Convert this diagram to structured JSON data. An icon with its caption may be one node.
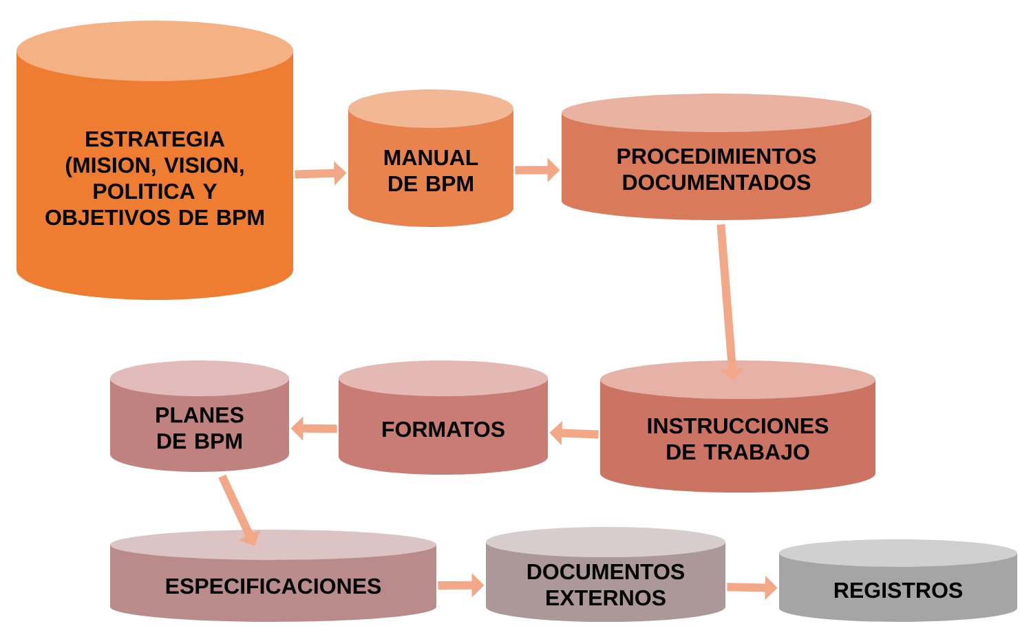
{
  "diagram": {
    "nodes": [
      {
        "text": [
          "ESTRATEGIA (MISION, VISION, POLITICA Y OBJETIVOS DE BPM"
        ]
      },
      {
        "text": [
          "MANUAL DE BPM"
        ]
      },
      {
        "text": [
          "PROCEDIMIENTOS DOCUMENTADOS"
        ]
      },
      {
        "text": [
          "INSTRUCCIONES DE TRABAJO"
        ]
      },
      {
        "text": [
          "FORMATOS"
        ]
      },
      {
        "text": [
          "PLANES DE BPM"
        ]
      },
      {
        "text": [
          "ESPECIFICACIONES"
        ]
      },
      {
        "text": [
          "DOCUMENTOS EXTERNOS"
        ]
      },
      {
        "text": [
          "REGISTROS"
        ]
      }
    ],
    "edges": [
      {
        "from": 0,
        "to": 1,
        "arrow": "to"
      },
      {
        "from": 1,
        "to": 2,
        "arrow": "to"
      },
      {
        "from": 2,
        "to": 3,
        "arrow": "to"
      },
      {
        "from": 3,
        "to": 4,
        "arrow": "to"
      },
      {
        "from": 4,
        "to": 5,
        "arrow": "to"
      },
      {
        "from": 5,
        "to": 6,
        "arrow": "to"
      },
      {
        "from": 6,
        "to": 7,
        "arrow": "to"
      },
      {
        "from": 7,
        "to": 8,
        "arrow": "to"
      }
    ]
  }
}
